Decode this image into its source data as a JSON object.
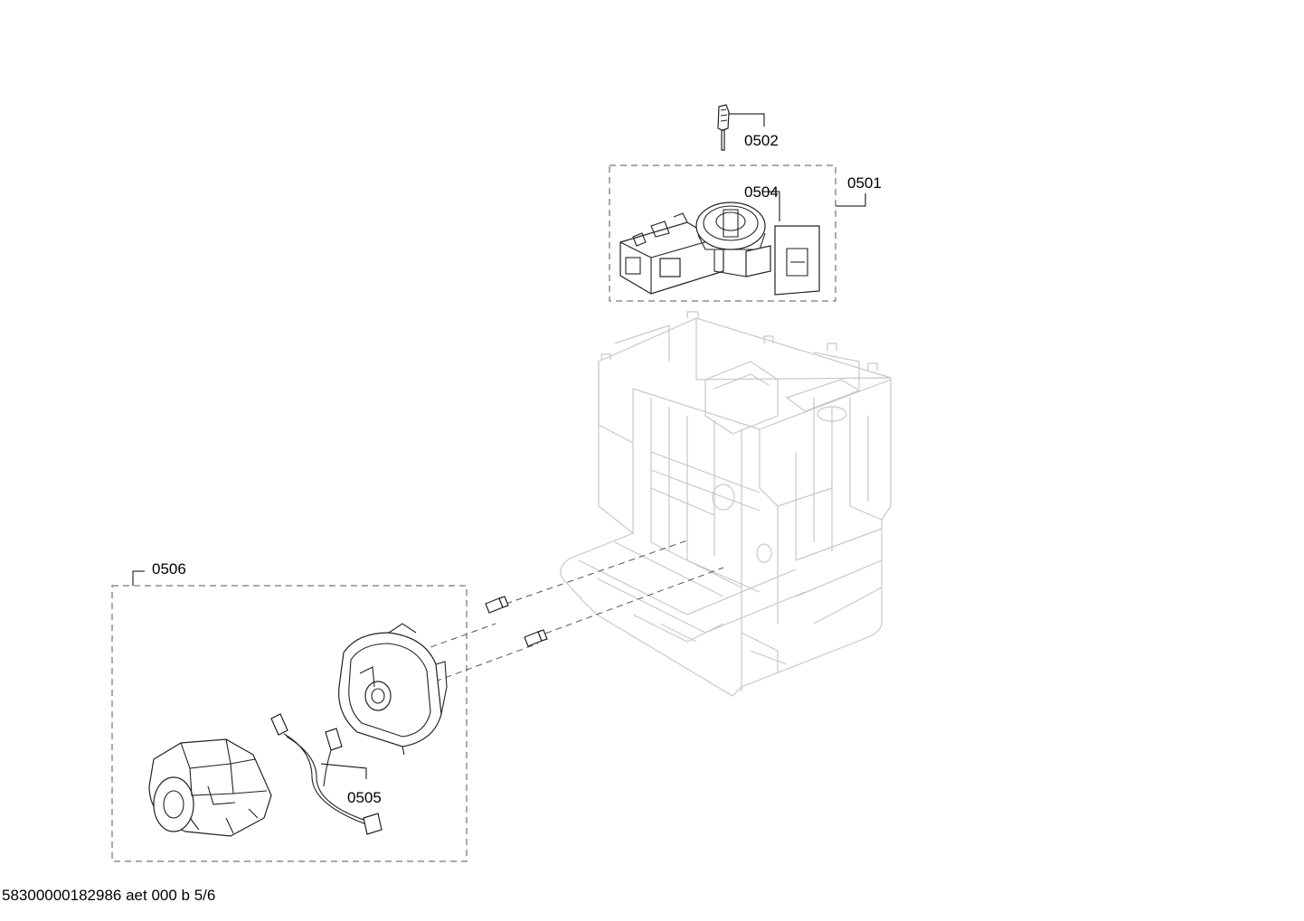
{
  "parts": {
    "p0501": "0501",
    "p0502": "0502",
    "p0504": "0504",
    "p0505": "0505",
    "p0506": "0506"
  },
  "footer": {
    "doc_id": "58300000182986 aet 000 b 5/6"
  }
}
